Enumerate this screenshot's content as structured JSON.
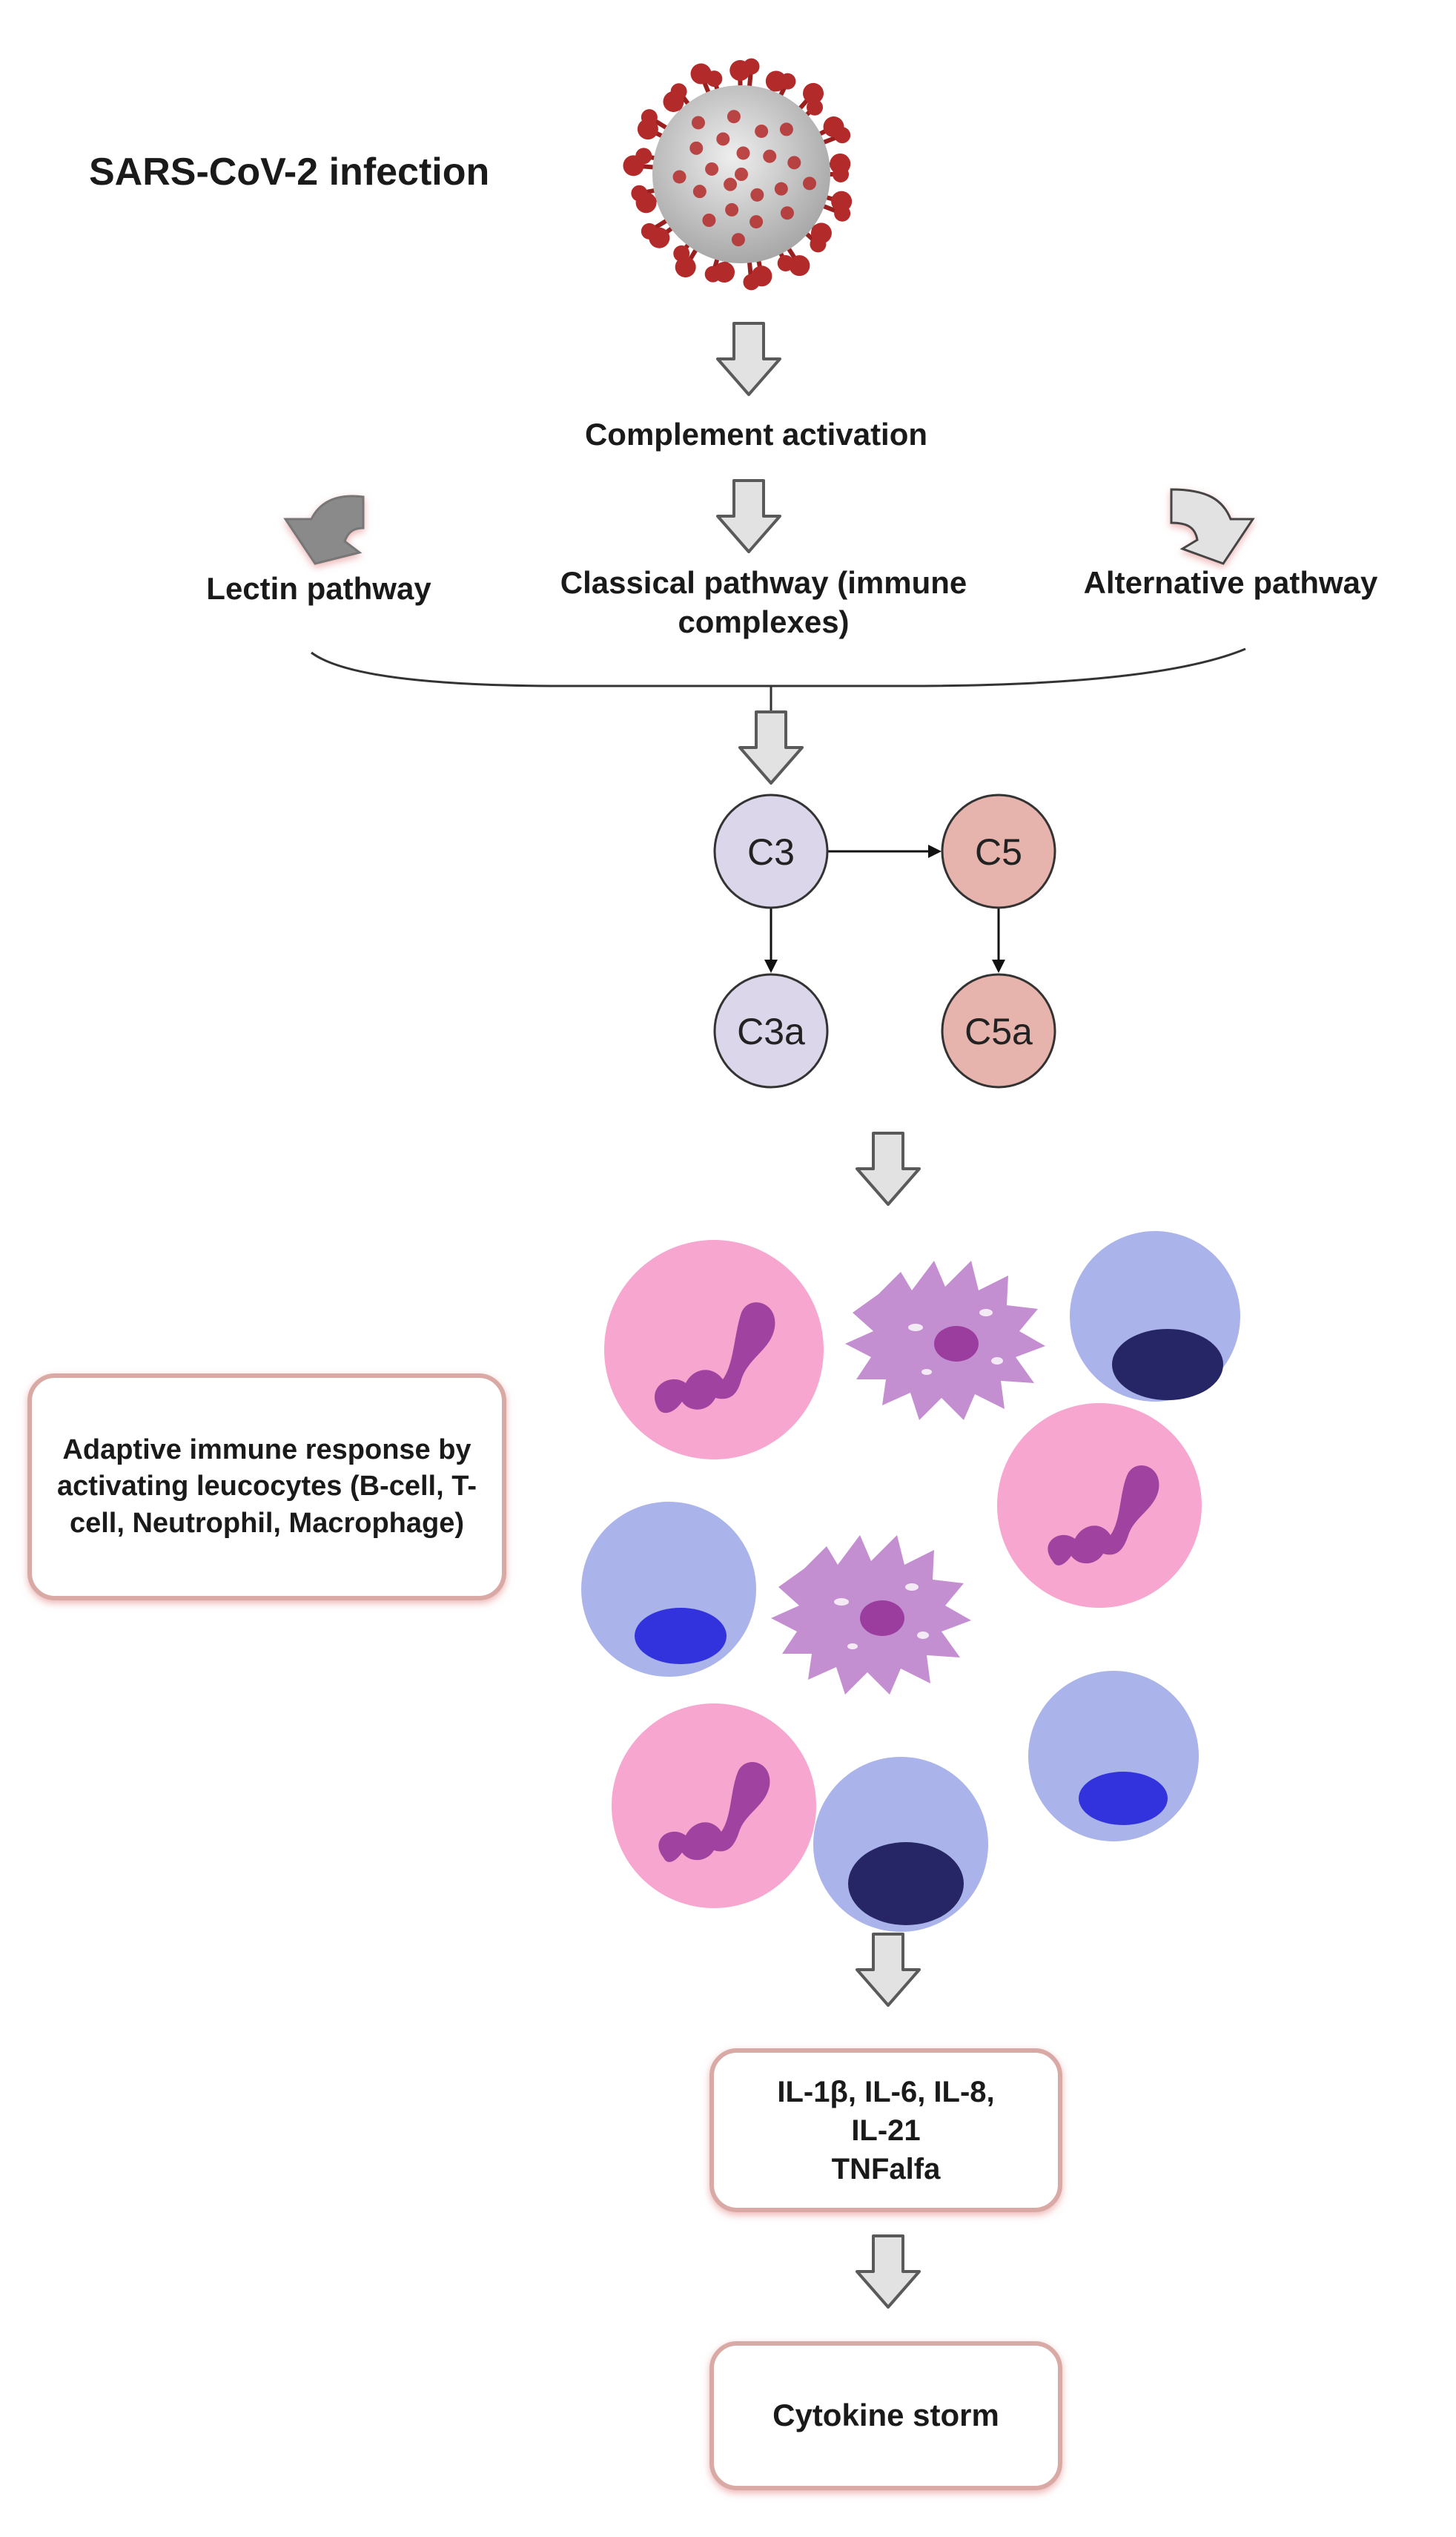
{
  "title": "SARS-CoV-2 infection",
  "step_complement": "Complement activation",
  "pathways": {
    "lectin": "Lectin pathway",
    "classical": "Classical pathway (immune complexes)",
    "alternative": "Alternative pathway"
  },
  "nodes": {
    "c3": "C3",
    "c5": "C5",
    "c3a": "C3a",
    "c5a": "C5a"
  },
  "adaptive_box": "Adaptive immune response by activating leucocytes (B-cell, T-cell, Neutrophil, Macrophage)",
  "cytokines": {
    "line1": "IL-1β, IL-6, IL-8,",
    "line2": "IL-21",
    "line3": "TNFalfa"
  },
  "outcome": "Cytokine storm",
  "colors": {
    "c3_fill": "#dcd6ea",
    "c5_fill": "#e6b4ac",
    "box_border": "#d9aaa5",
    "arrow_fill": "#e2e2e2",
    "neutrophil": "#f6a6cf",
    "neutrophil_nucleus": "#a043a0",
    "lymphocyte": "#aab4ea",
    "lymphocyte_nucleus_dark": "#262666",
    "lymphocyte_nucleus_blue": "#3333dd",
    "macrophage": "#c48fd1",
    "virus_body": "#d2d2d2",
    "virus_spike": "#b32a2a"
  }
}
